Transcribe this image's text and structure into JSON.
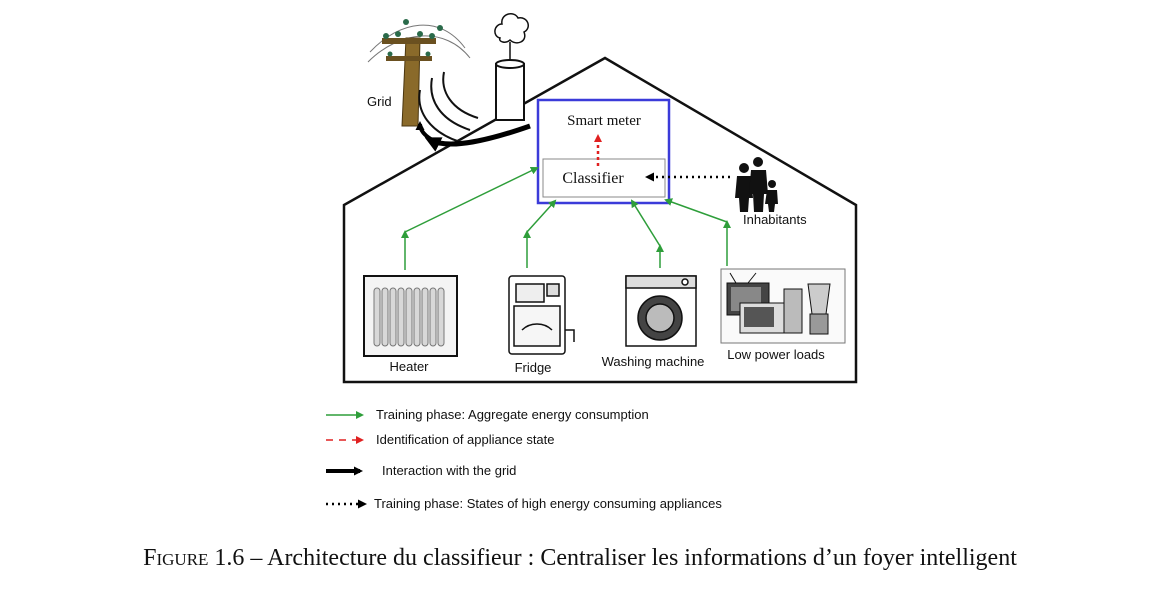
{
  "colors": {
    "training_arrow": "#2e9e3a",
    "identification_arrow": "#e02020",
    "grid_arrow": "#000000",
    "meter_box_border": "#3b3bd9",
    "house_outline": "#111111"
  },
  "diagram": {
    "nodes": {
      "grid": "Grid",
      "smart_meter": "Smart meter",
      "classifier": "Classifier",
      "inhabitants": "Inhabitants",
      "heater": "Heater",
      "fridge": "Fridge",
      "washing_machine": "Washing machine",
      "low_power_loads": "Low power loads"
    },
    "icons": {
      "grid": "power-pole-icon",
      "chimney": "chimney-smoke-icon",
      "inhabitants": "family-silhouette-icon",
      "heater": "radiator-icon",
      "fridge": "fridge-icon",
      "washing_machine": "washing-machine-icon",
      "low_power_loads": "small-appliances-icon"
    }
  },
  "legend": [
    {
      "style": "green-solid",
      "text": "Training phase: Aggregate energy consumption"
    },
    {
      "style": "red-dashed",
      "text": "Identification of appliance state"
    },
    {
      "style": "black-thick",
      "text": "Interaction with the grid"
    },
    {
      "style": "black-dotted",
      "text": "Training phase: States of high energy consuming appliances"
    }
  ],
  "caption": {
    "label": "Figure 1.6",
    "separator": " – ",
    "text": "Architecture du classifieur : Centraliser les informations d’un foyer intelligent"
  }
}
